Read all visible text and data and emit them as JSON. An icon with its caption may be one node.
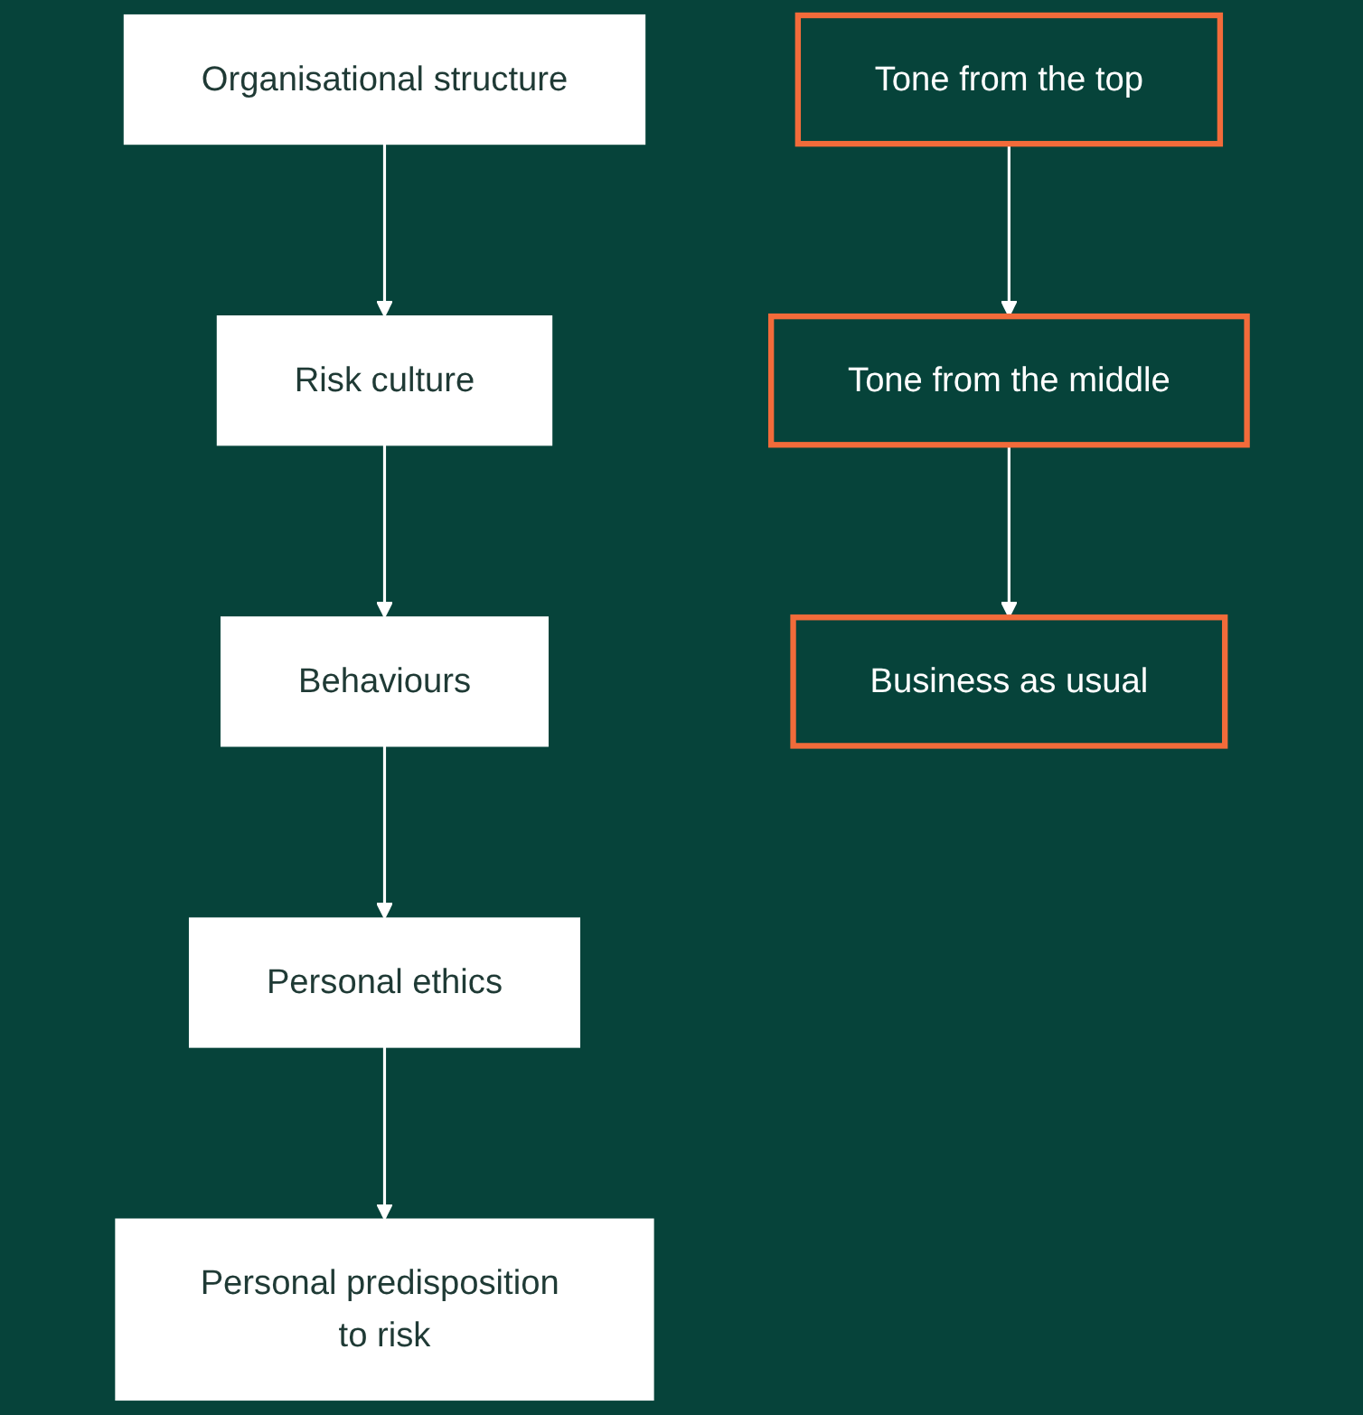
{
  "diagram": {
    "nodes": [
      {
        "text": [
          "Organisational structure"
        ]
      },
      {
        "text": [
          "Risk culture"
        ]
      },
      {
        "text": [
          "Behaviours"
        ]
      },
      {
        "text": [
          "Personal ethics"
        ]
      },
      {
        "text": [
          "Personal predisposition to risk"
        ]
      },
      {
        "text": [
          "Tone from the top"
        ]
      },
      {
        "text": [
          "Tone from the middle"
        ]
      },
      {
        "text": [
          "Business as usual"
        ]
      }
    ],
    "edges": [
      {
        "from": 0,
        "to": 1,
        "arrow": "to"
      },
      {
        "from": 1,
        "to": 2,
        "arrow": "to"
      },
      {
        "from": 2,
        "to": 3,
        "arrow": "to"
      },
      {
        "from": 3,
        "to": 4,
        "arrow": "to"
      },
      {
        "from": 5,
        "to": 6,
        "arrow": "to"
      },
      {
        "from": 6,
        "to": 7,
        "arrow": "to"
      }
    ]
  }
}
